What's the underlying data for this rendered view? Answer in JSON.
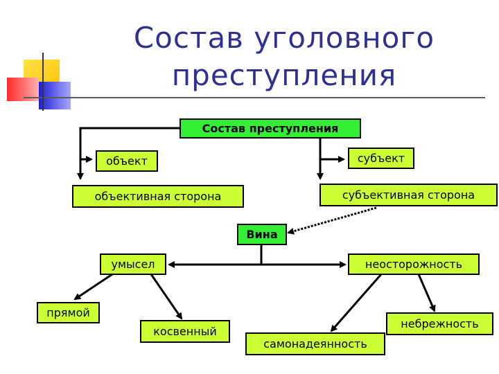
{
  "title": {
    "line1": "Состав уголовного",
    "line2": "преступления"
  },
  "colors": {
    "title": "#2e3192",
    "node_fill": "#ccff33",
    "root_fill": "#33ee33",
    "accent_yellow": "#ffd21f",
    "accent_red": "#ff3333",
    "accent_blue": "#2b2bdc"
  },
  "nodes": {
    "root": "Состав преступления",
    "object": "объект",
    "objective_side": "объективная сторона",
    "subject": "субъект",
    "subjective_side": "субъективная сторона",
    "guilt": "Вина",
    "intent": "умысел",
    "negligence_general": "неосторожность",
    "direct": "прямой",
    "indirect": "косвенный",
    "carelessness": "небрежность",
    "overconfidence": "самонадеянность"
  }
}
